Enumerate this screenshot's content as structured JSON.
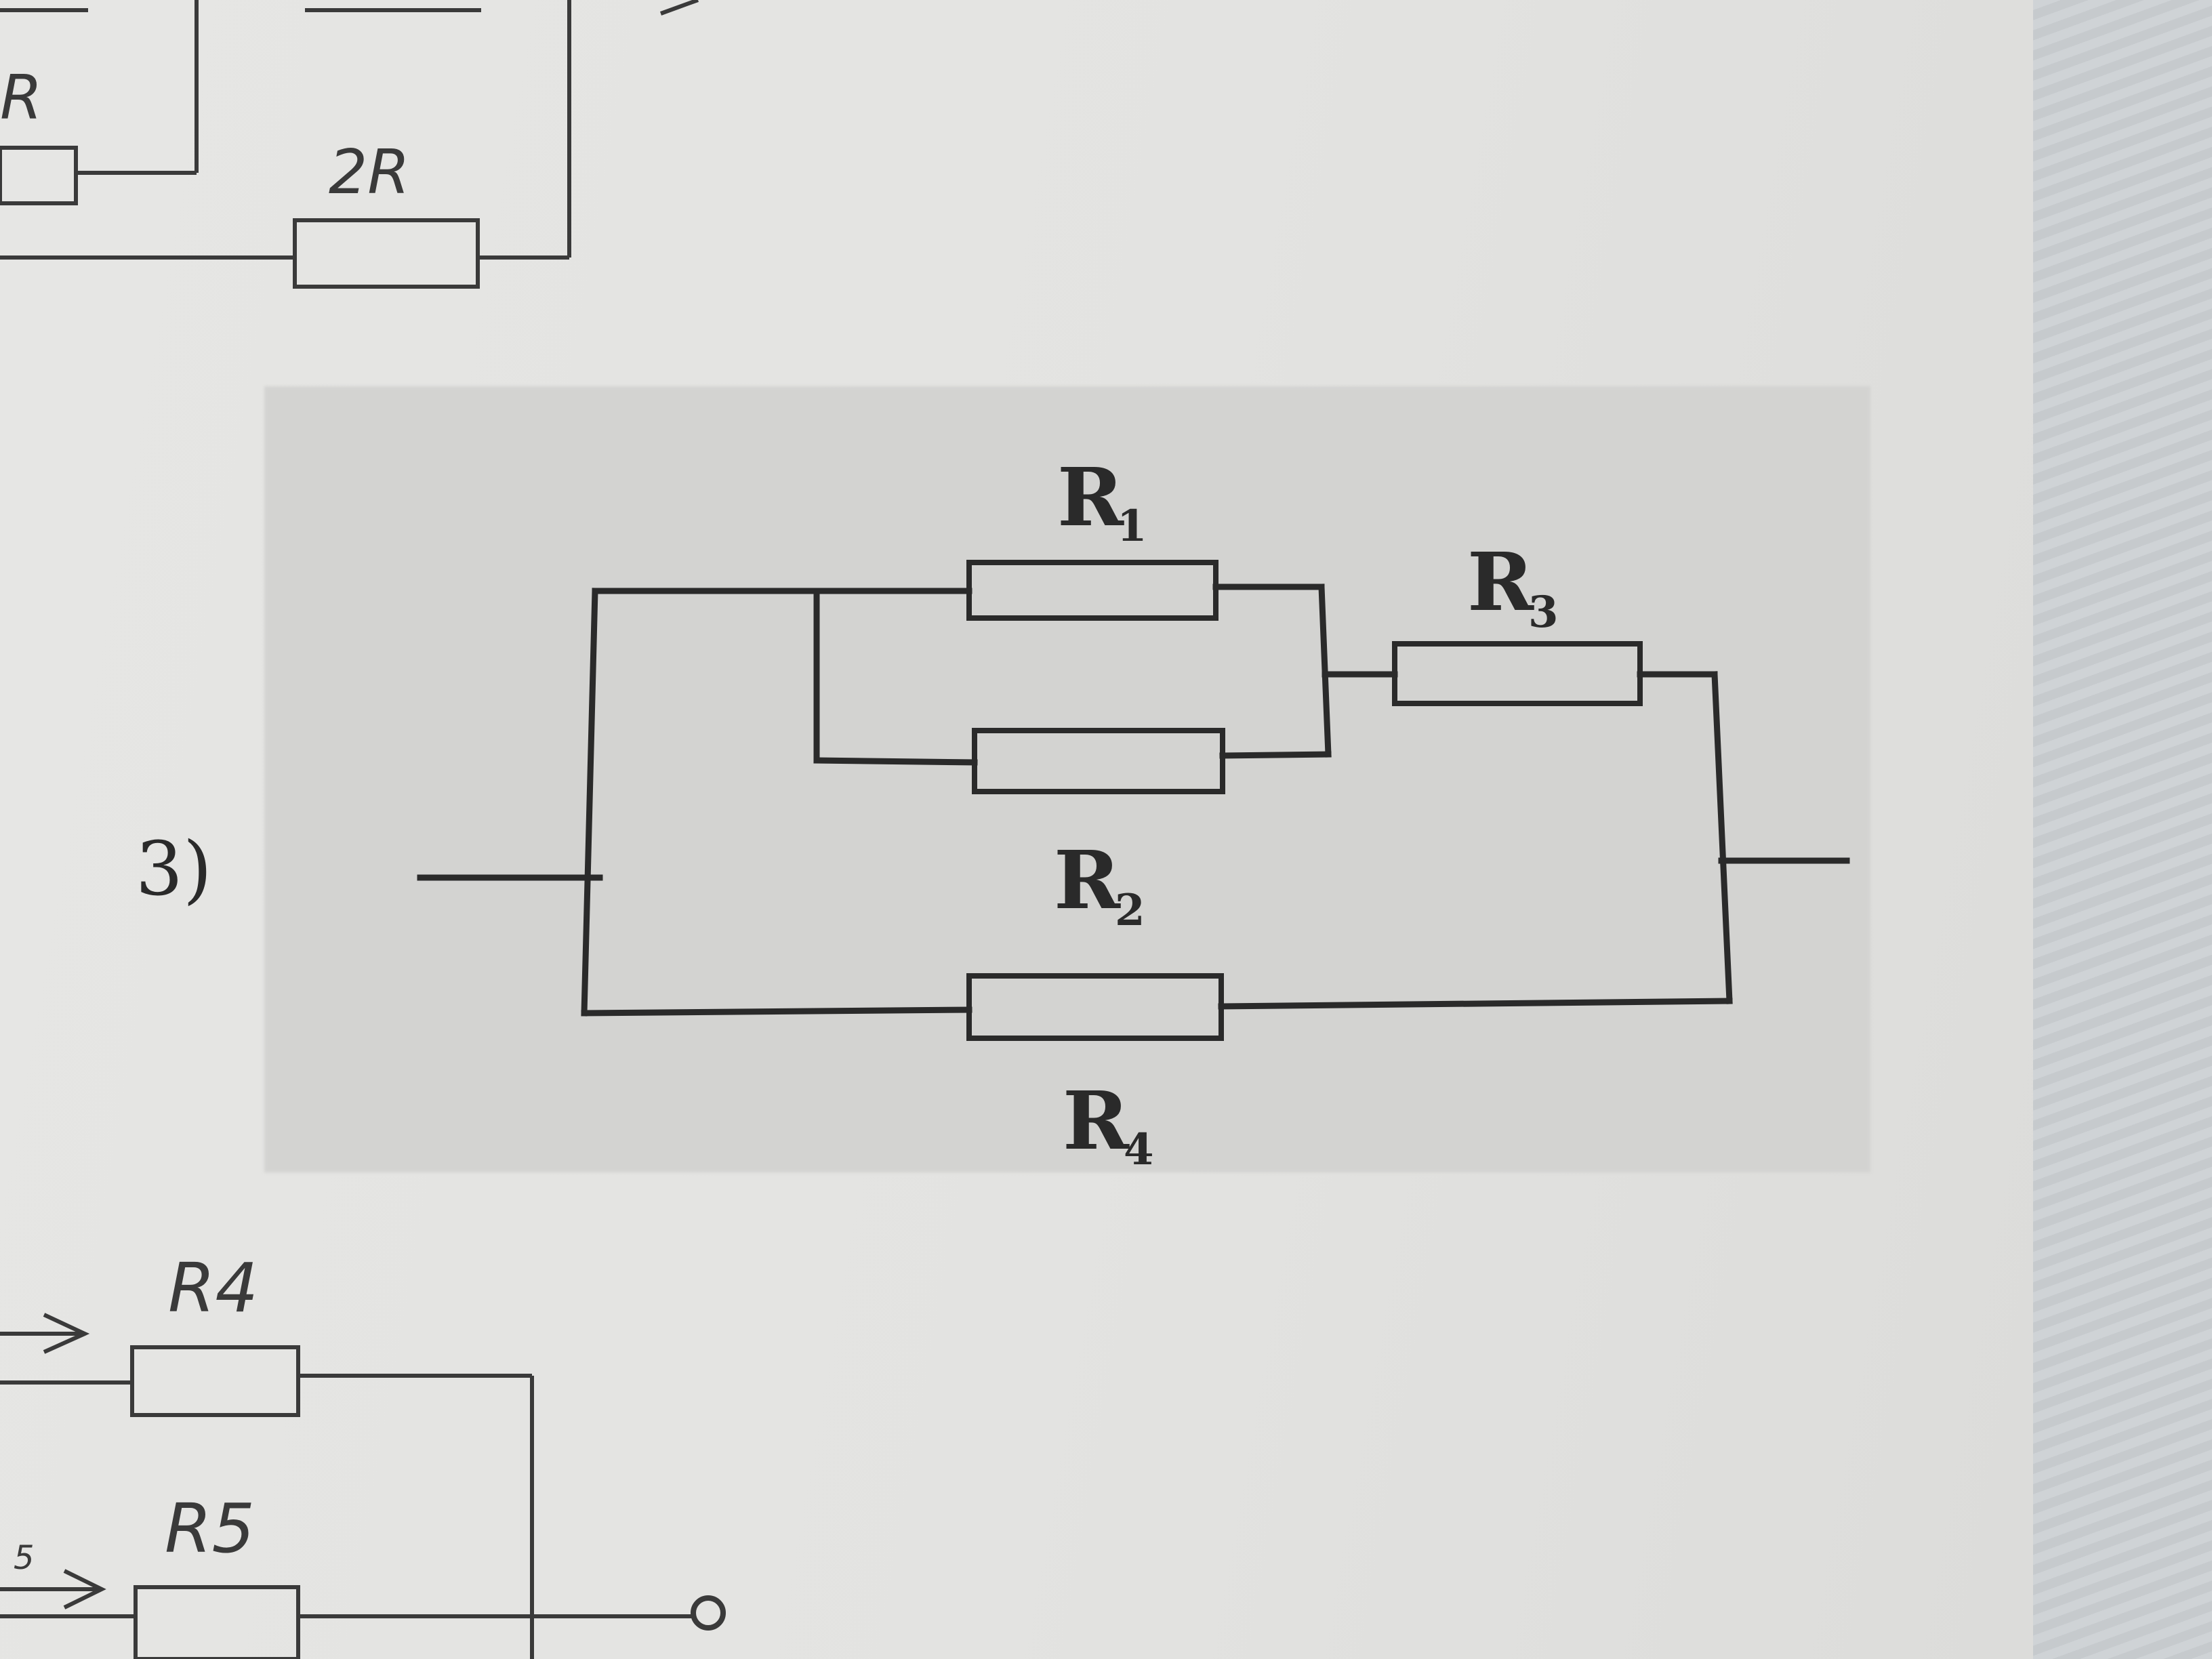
{
  "diagram": {
    "problem_number": "3)",
    "labels": {
      "r1": {
        "base": "R",
        "sub": "1"
      },
      "r2": {
        "base": "R",
        "sub": "2"
      },
      "r3": {
        "base": "R",
        "sub": "3"
      },
      "r4": {
        "base": "R",
        "sub": "4"
      }
    }
  },
  "fragments": {
    "top_left_label": "R",
    "top_label": "2R",
    "bottom_label_a": "R4",
    "bottom_label_b": "R5",
    "bottom_arrow_number": "5"
  },
  "colors": {
    "ink": "#2a2a2a",
    "paper": "#e4e4e2"
  }
}
